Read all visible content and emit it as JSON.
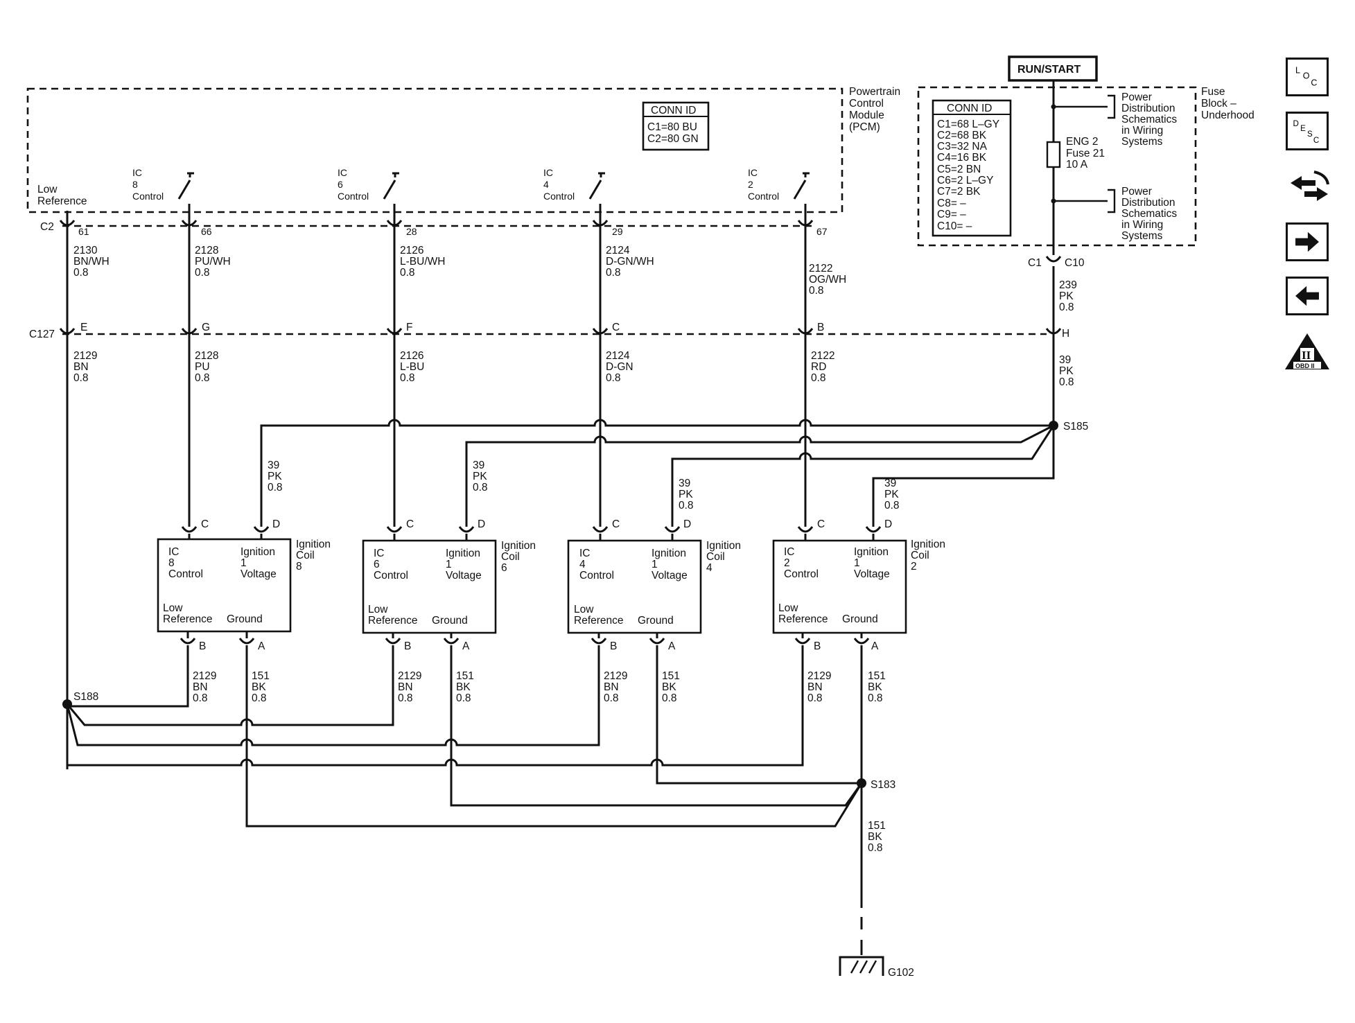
{
  "pcm": {
    "title": [
      "Powertrain",
      "Control",
      "Module",
      "(PCM)"
    ],
    "conn_id": {
      "header": "CONN ID",
      "rows": [
        "C1=80 BU",
        "C2=80 GN"
      ]
    },
    "low_reference": [
      "Low",
      "Reference"
    ],
    "connector_c2": "C2",
    "pins": [
      {
        "pin": "61",
        "circuit": "2130",
        "color": "BN/WH",
        "size": "0.8"
      },
      {
        "pin": "66",
        "circuit": "2128",
        "color": "PU/WH",
        "size": "0.8"
      },
      {
        "pin": "28",
        "circuit": "2126",
        "color": "L-BU/WH",
        "size": "0.8"
      },
      {
        "pin": "29",
        "circuit": "2124",
        "color": "D-GN/WH",
        "size": "0.8"
      },
      {
        "pin": "67",
        "circuit": "2122",
        "color": "OG/WH",
        "size": "0.8"
      }
    ],
    "controls": [
      {
        "lines": [
          "IC",
          "8",
          "Control"
        ]
      },
      {
        "lines": [
          "IC",
          "6",
          "Control"
        ]
      },
      {
        "lines": [
          "IC",
          "4",
          "Control"
        ]
      },
      {
        "lines": [
          "IC",
          "2",
          "Control"
        ]
      }
    ]
  },
  "fuse_block": {
    "run_start": "RUN/START",
    "title": [
      "Fuse",
      "Block –",
      "Underhood"
    ],
    "conn_id": {
      "header": "CONN ID",
      "rows": [
        "C1=68 L–GY",
        "C2=68 BK",
        "C3=32 NA",
        "C4=16 BK",
        "C5=2 BN",
        "C6=2 L–GY",
        "C7=2 BK",
        "C8= –",
        "C9= –",
        "C10= –"
      ]
    },
    "fuse": [
      "ENG 2",
      "Fuse 21",
      "10 A"
    ],
    "power_dist": [
      "Power",
      "Distribution",
      "Schematics",
      "in Wiring",
      "Systems"
    ],
    "connector_c1": "C1",
    "connector_c10": "C10",
    "out_wire": {
      "circuit": "239",
      "color": "PK",
      "size": "0.8"
    }
  },
  "c127": {
    "label": "C127",
    "pins": [
      "E",
      "G",
      "F",
      "C",
      "B",
      "H"
    ],
    "wires": [
      {
        "circuit": "2129",
        "color": "BN",
        "size": "0.8"
      },
      {
        "circuit": "2128",
        "color": "PU",
        "size": "0.8"
      },
      {
        "circuit": "2126",
        "color": "L-BU",
        "size": "0.8"
      },
      {
        "circuit": "2124",
        "color": "D-GN",
        "size": "0.8"
      },
      {
        "circuit": "2122",
        "color": "RD",
        "size": "0.8"
      },
      {
        "circuit": "39",
        "color": "PK",
        "size": "0.8"
      }
    ]
  },
  "splices": {
    "s185": "S185",
    "s188": "S188",
    "s183": "S183"
  },
  "coils": [
    {
      "ic": [
        "IC",
        "8",
        "Control"
      ],
      "ign": [
        "Ignition",
        "1",
        "Voltage"
      ],
      "name": [
        "Ignition",
        "Coil",
        "8"
      ]
    },
    {
      "ic": [
        "IC",
        "6",
        "Control"
      ],
      "ign": [
        "Ignition",
        "1",
        "Voltage"
      ],
      "name": [
        "Ignition",
        "Coil",
        "6"
      ]
    },
    {
      "ic": [
        "IC",
        "4",
        "Control"
      ],
      "ign": [
        "Ignition",
        "1",
        "Voltage"
      ],
      "name": [
        "Ignition",
        "Coil",
        "4"
      ]
    },
    {
      "ic": [
        "IC",
        "2",
        "Control"
      ],
      "ign": [
        "Ignition",
        "1",
        "Voltage"
      ],
      "name": [
        "Ignition",
        "Coil",
        "2"
      ]
    }
  ],
  "coil_common": {
    "low_ref": "Low",
    "reference": "Reference",
    "ground": "Ground",
    "pin_c": "C",
    "pin_d": "D",
    "pin_b": "B",
    "pin_a": "A",
    "feed_wire": {
      "circuit": "39",
      "color": "PK",
      "size": "0.8"
    },
    "ref_wire": {
      "circuit": "2129",
      "color": "BN",
      "size": "0.8"
    },
    "gnd_wire": {
      "circuit": "151",
      "color": "BK",
      "size": "0.8"
    }
  },
  "ground": {
    "wire": {
      "circuit": "151",
      "color": "BK",
      "size": "0.8"
    },
    "label": "G102"
  },
  "side_icons": [
    {
      "name": "loc-icon",
      "text": "LOC"
    },
    {
      "name": "desc-icon",
      "text": "DESC"
    },
    {
      "name": "connector-icon"
    },
    {
      "name": "arrow-right-icon"
    },
    {
      "name": "arrow-left-icon"
    },
    {
      "name": "obd-icon",
      "text": "OBD II",
      "roman": "II"
    }
  ]
}
